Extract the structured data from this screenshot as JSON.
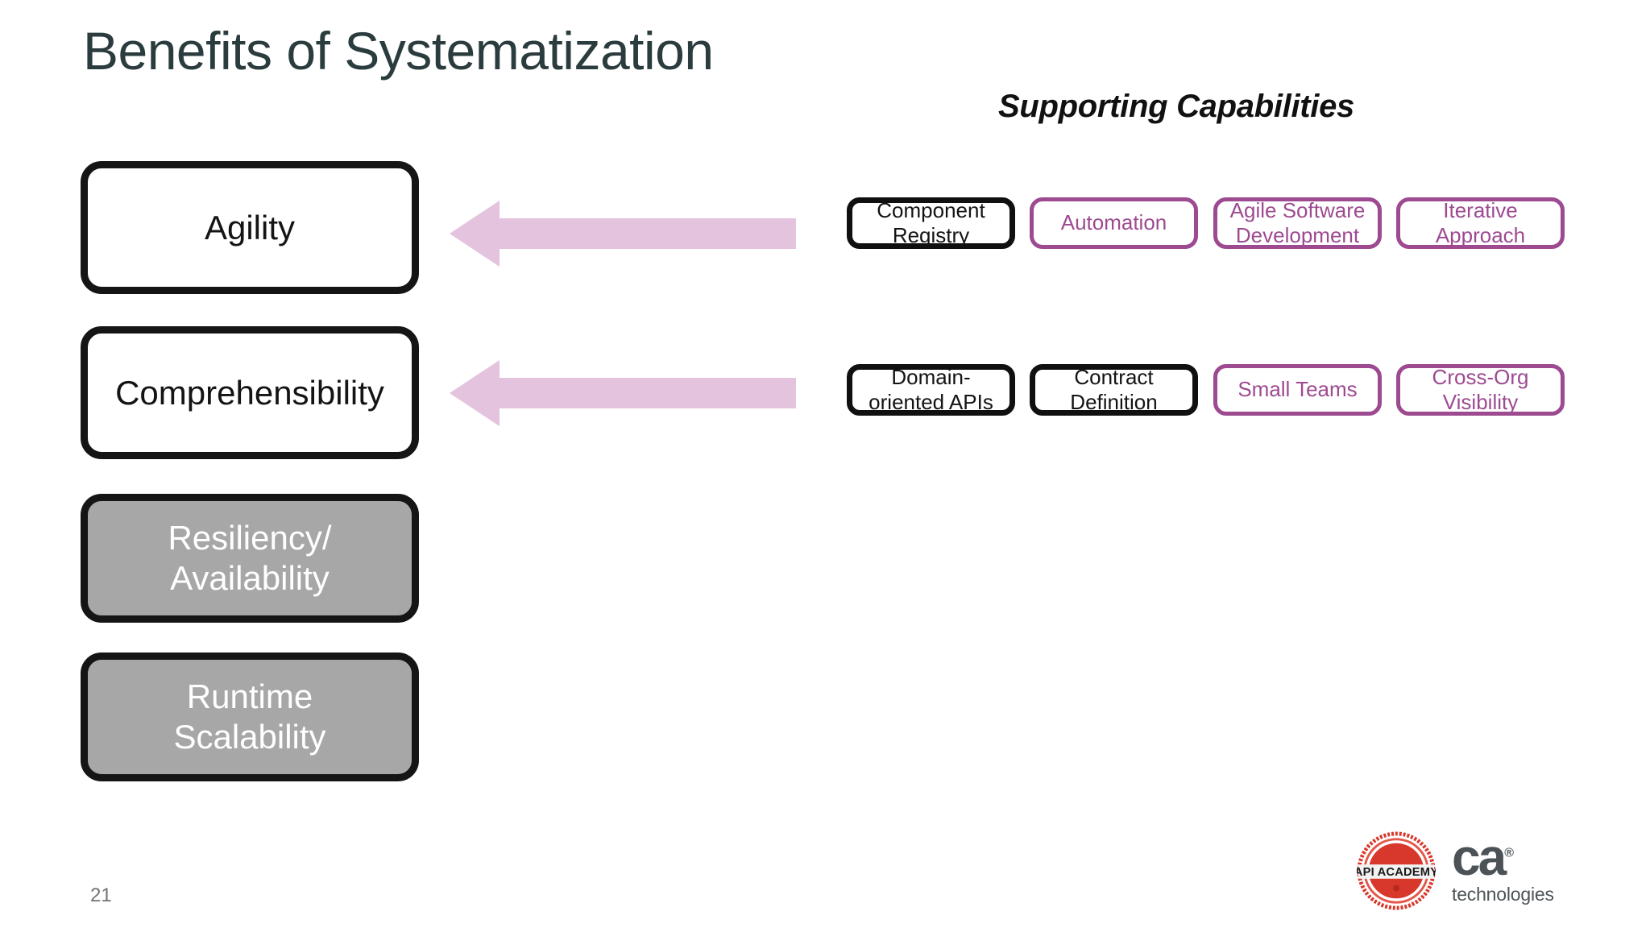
{
  "slide": {
    "title": "Benefits of Systematization",
    "page_number": "21",
    "title_color": "#2b3c3e",
    "background": "#ffffff"
  },
  "benefits": {
    "heading": "",
    "items": [
      {
        "label": "Agility",
        "style": "white",
        "has_arrow": true
      },
      {
        "label": "Comprehensibility",
        "style": "white",
        "has_arrow": true
      },
      {
        "label": "Resiliency/\nAvailability",
        "line1": "Resiliency/",
        "line2": "Availability",
        "style": "gray",
        "has_arrow": false
      },
      {
        "label": "Runtime\nScalability",
        "line1": "Runtime",
        "line2": "Scalability",
        "style": "gray",
        "has_arrow": false
      }
    ]
  },
  "arrows": {
    "color": "#e3c3dd",
    "direction": "left",
    "count": 2
  },
  "capabilities": {
    "heading": "Supporting Capabilities",
    "accent_color": "#9d4a91",
    "rows": [
      {
        "benefit": "Agility",
        "items": [
          {
            "line1": "Component",
            "line2": "Registry",
            "style": "black"
          },
          {
            "line1": "Automation",
            "line2": "",
            "style": "purple"
          },
          {
            "line1": "Agile Software",
            "line2": "Development",
            "style": "purple"
          },
          {
            "line1": "Iterative",
            "line2": "Approach",
            "style": "purple"
          }
        ]
      },
      {
        "benefit": "Comprehensibility",
        "items": [
          {
            "line1": "Domain-",
            "line2": "oriented APIs",
            "style": "black"
          },
          {
            "line1": "Contract",
            "line2": "Definition",
            "style": "black"
          },
          {
            "line1": "Small Teams",
            "line2": "",
            "style": "purple"
          },
          {
            "line1": "Cross-Org",
            "line2": "Visibility",
            "style": "purple"
          }
        ]
      }
    ]
  },
  "logos": {
    "api_academy": "API ACADEMY",
    "ca_word": "ca",
    "ca_registered": "®",
    "ca_sub": "technologies",
    "ca_color": "#4c5356",
    "seal_color": "#d8372b"
  }
}
